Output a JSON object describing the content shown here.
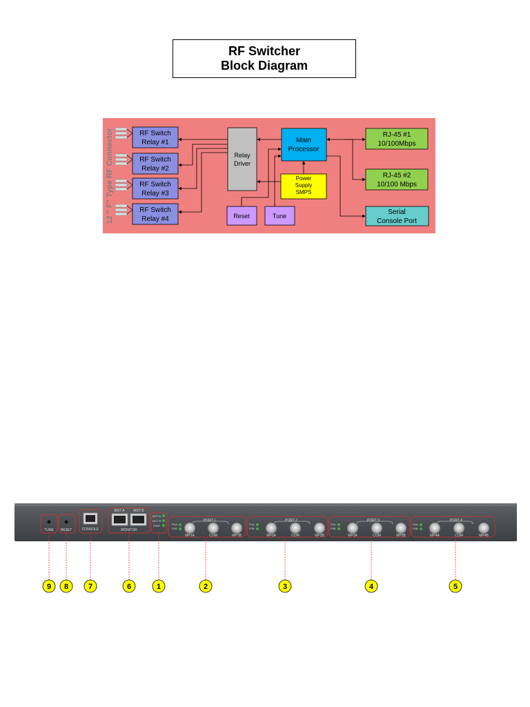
{
  "title": {
    "line1": "RF Switcher",
    "line2": "Block Diagram"
  },
  "block_diagram": {
    "connector_label": "12 \" F\" Type RF Connector",
    "relays": [
      {
        "line1": "RF Switch",
        "line2": "Relay #1"
      },
      {
        "line1": "RF Switch",
        "line2": "Relay #2"
      },
      {
        "line1": "RF Switch",
        "line2": "Relay #3"
      },
      {
        "line1": "RF Switch",
        "line2": "Relay #4"
      }
    ],
    "relay_driver": {
      "line1": "Relay",
      "line2": "Driver"
    },
    "main_processor": {
      "line1": "Main",
      "line2": "Processor"
    },
    "power_supply": {
      "line1": "Power",
      "line2": "Supply",
      "line3": "SMPS"
    },
    "reset": "Reset",
    "tune": "Tune",
    "rj45_1": {
      "line1": "RJ-45 #1",
      "line2": "10/100Mbps"
    },
    "rj45_2": {
      "line1": "RJ-45 #2",
      "line2": "10/100 Mbps"
    },
    "serial": {
      "line1": "Serial",
      "line2": "Console Port"
    },
    "colors": {
      "background": "#f08080",
      "relay": "#8b8fe0",
      "driver": "#c0c0c0",
      "processor": "#00b0f0",
      "power": "#ffff00",
      "button": "#cc99ff",
      "rj45": "#92d050",
      "serial": "#66cccc"
    }
  },
  "front_panel": {
    "tune_label": "TUNE",
    "reset_label": "RESET",
    "console_label": "CONSOLE",
    "monitor_label": "MONITOR",
    "mst_a": "MST A",
    "mst_b": "MST B",
    "led_labels": [
      "MST A",
      "MST B",
      "PWR"
    ],
    "ports": [
      {
        "name": "PORT 1",
        "leds": [
          "P1A",
          "P1B"
        ],
        "connectors": [
          "MP1A",
          "COM",
          "MP1B"
        ]
      },
      {
        "name": "PORT 2",
        "leds": [
          "P2A",
          "P2B"
        ],
        "connectors": [
          "MP2A",
          "COM",
          "MP2B"
        ]
      },
      {
        "name": "PORT 3",
        "leds": [
          "P3A",
          "P3B"
        ],
        "connectors": [
          "MP3A",
          "COM",
          "MP3B"
        ]
      },
      {
        "name": "PORT 4",
        "leds": [
          "P4A",
          "P4B"
        ],
        "connectors": [
          "MP4A",
          "COM",
          "MP4B"
        ]
      }
    ],
    "callouts": [
      "9",
      "8",
      "7",
      "6",
      "1",
      "2",
      "3",
      "4",
      "5"
    ]
  }
}
